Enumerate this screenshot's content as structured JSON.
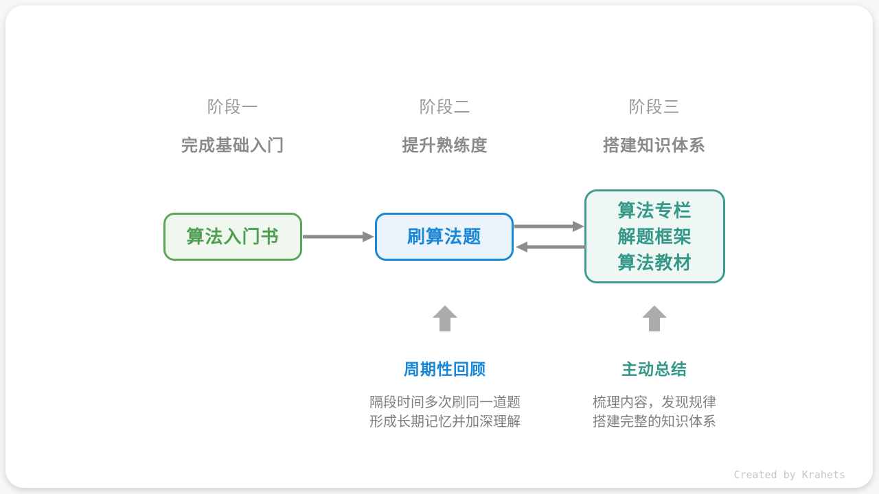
{
  "page": {
    "background_color": "#f7f7f7",
    "card_color": "#ffffff"
  },
  "stages": [
    {
      "label": "阶段一",
      "subtitle": "完成基础入门"
    },
    {
      "label": "阶段二",
      "subtitle": "提升熟练度"
    },
    {
      "label": "阶段三",
      "subtitle": "搭建知识体系"
    }
  ],
  "nodes": [
    {
      "id": "intro-book",
      "lines": [
        "算法入门书"
      ],
      "border_color": "#5aa55a",
      "bg_color": "#f0f7ee",
      "text_color": "#4d9e51"
    },
    {
      "id": "practice-problems",
      "lines": [
        "刷算法题"
      ],
      "border_color": "#1a86d6",
      "bg_color": "#ebf4fc",
      "text_color": "#1a86d6"
    },
    {
      "id": "knowledge-sources",
      "lines": [
        "算法专栏",
        "解题框架",
        "算法教材"
      ],
      "border_color": "#3d9c8d",
      "bg_color": "#eff7f4",
      "text_color": "#349889"
    }
  ],
  "arrows": {
    "color": "#8c8c8c",
    "up_arrow_color": "#ababab",
    "connections": [
      "intro-book → practice-problems",
      "practice-problems → knowledge-sources",
      "knowledge-sources → practice-problems"
    ]
  },
  "annotations": [
    {
      "title": "周期性回顾",
      "title_color": "#1a86d6",
      "lines": [
        "隔段时间多次刷同一道题",
        "形成长期记忆并加深理解"
      ]
    },
    {
      "title": "主动总结",
      "title_color": "#349889",
      "lines": [
        "梳理内容，发现规律",
        "搭建完整的知识体系"
      ]
    }
  ],
  "credit": "Created by Krahets"
}
